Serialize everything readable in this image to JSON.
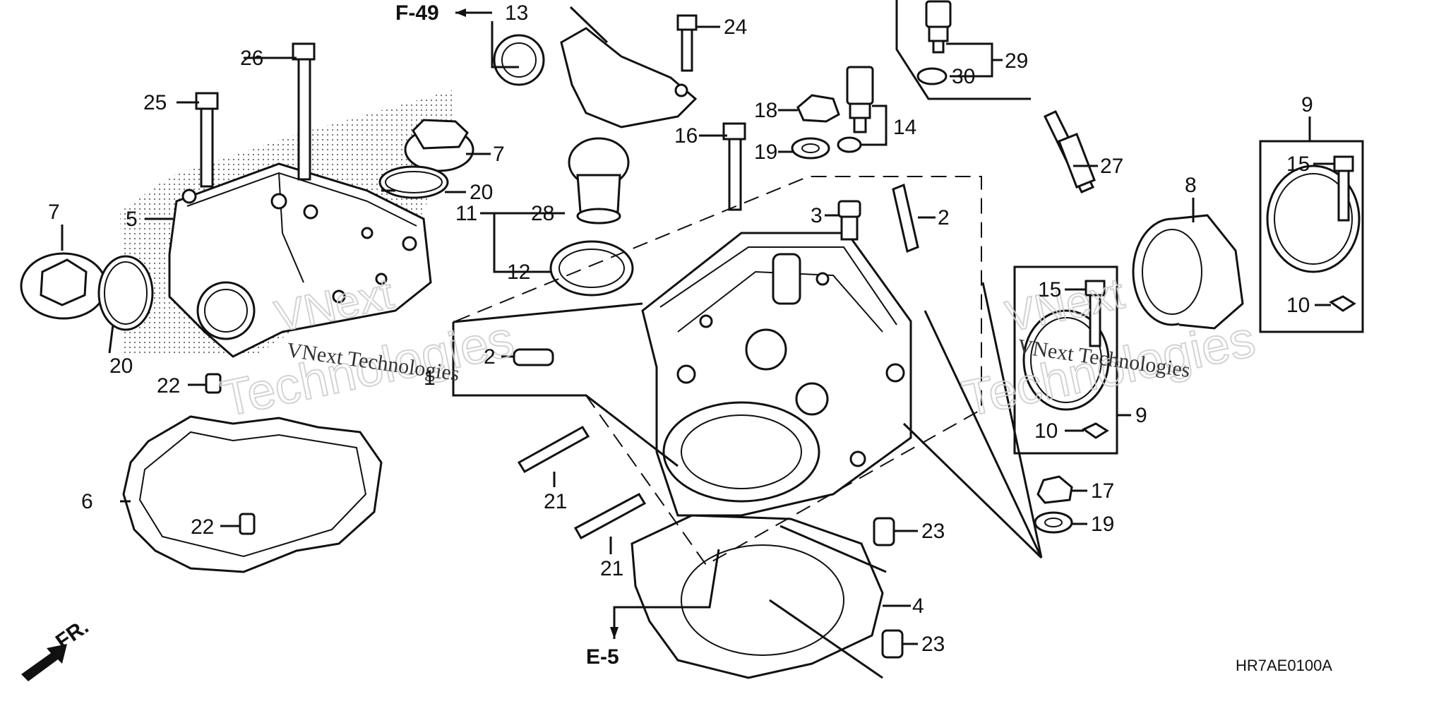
{
  "diagram_code": "HR7AE0100A",
  "references": {
    "upper": "F-49",
    "lower": "E-5",
    "front": "FR."
  },
  "watermark": {
    "brand": "VNext",
    "company": "Technologies",
    "full": "VNext Technologies"
  },
  "callouts": {
    "c1": "1",
    "c2a": "2",
    "c2b": "2",
    "c3": "3",
    "c4": "4",
    "c5": "5",
    "c6": "6",
    "c7a": "7",
    "c7b": "7",
    "c8": "8",
    "c9a": "9",
    "c9b": "9",
    "c10a": "10",
    "c10b": "10",
    "c11": "11",
    "c12": "12",
    "c13": "13",
    "c14": "14",
    "c15a": "15",
    "c15b": "15",
    "c16": "16",
    "c17": "17",
    "c18": "18",
    "c19a": "19",
    "c19b": "19",
    "c20a": "20",
    "c20b": "20",
    "c21a": "21",
    "c21b": "21",
    "c22a": "22",
    "c22b": "22",
    "c23a": "23",
    "c23b": "23",
    "c24": "24",
    "c25": "25",
    "c26": "26",
    "c27": "27",
    "c28": "28",
    "c29": "29",
    "c30": "30"
  }
}
